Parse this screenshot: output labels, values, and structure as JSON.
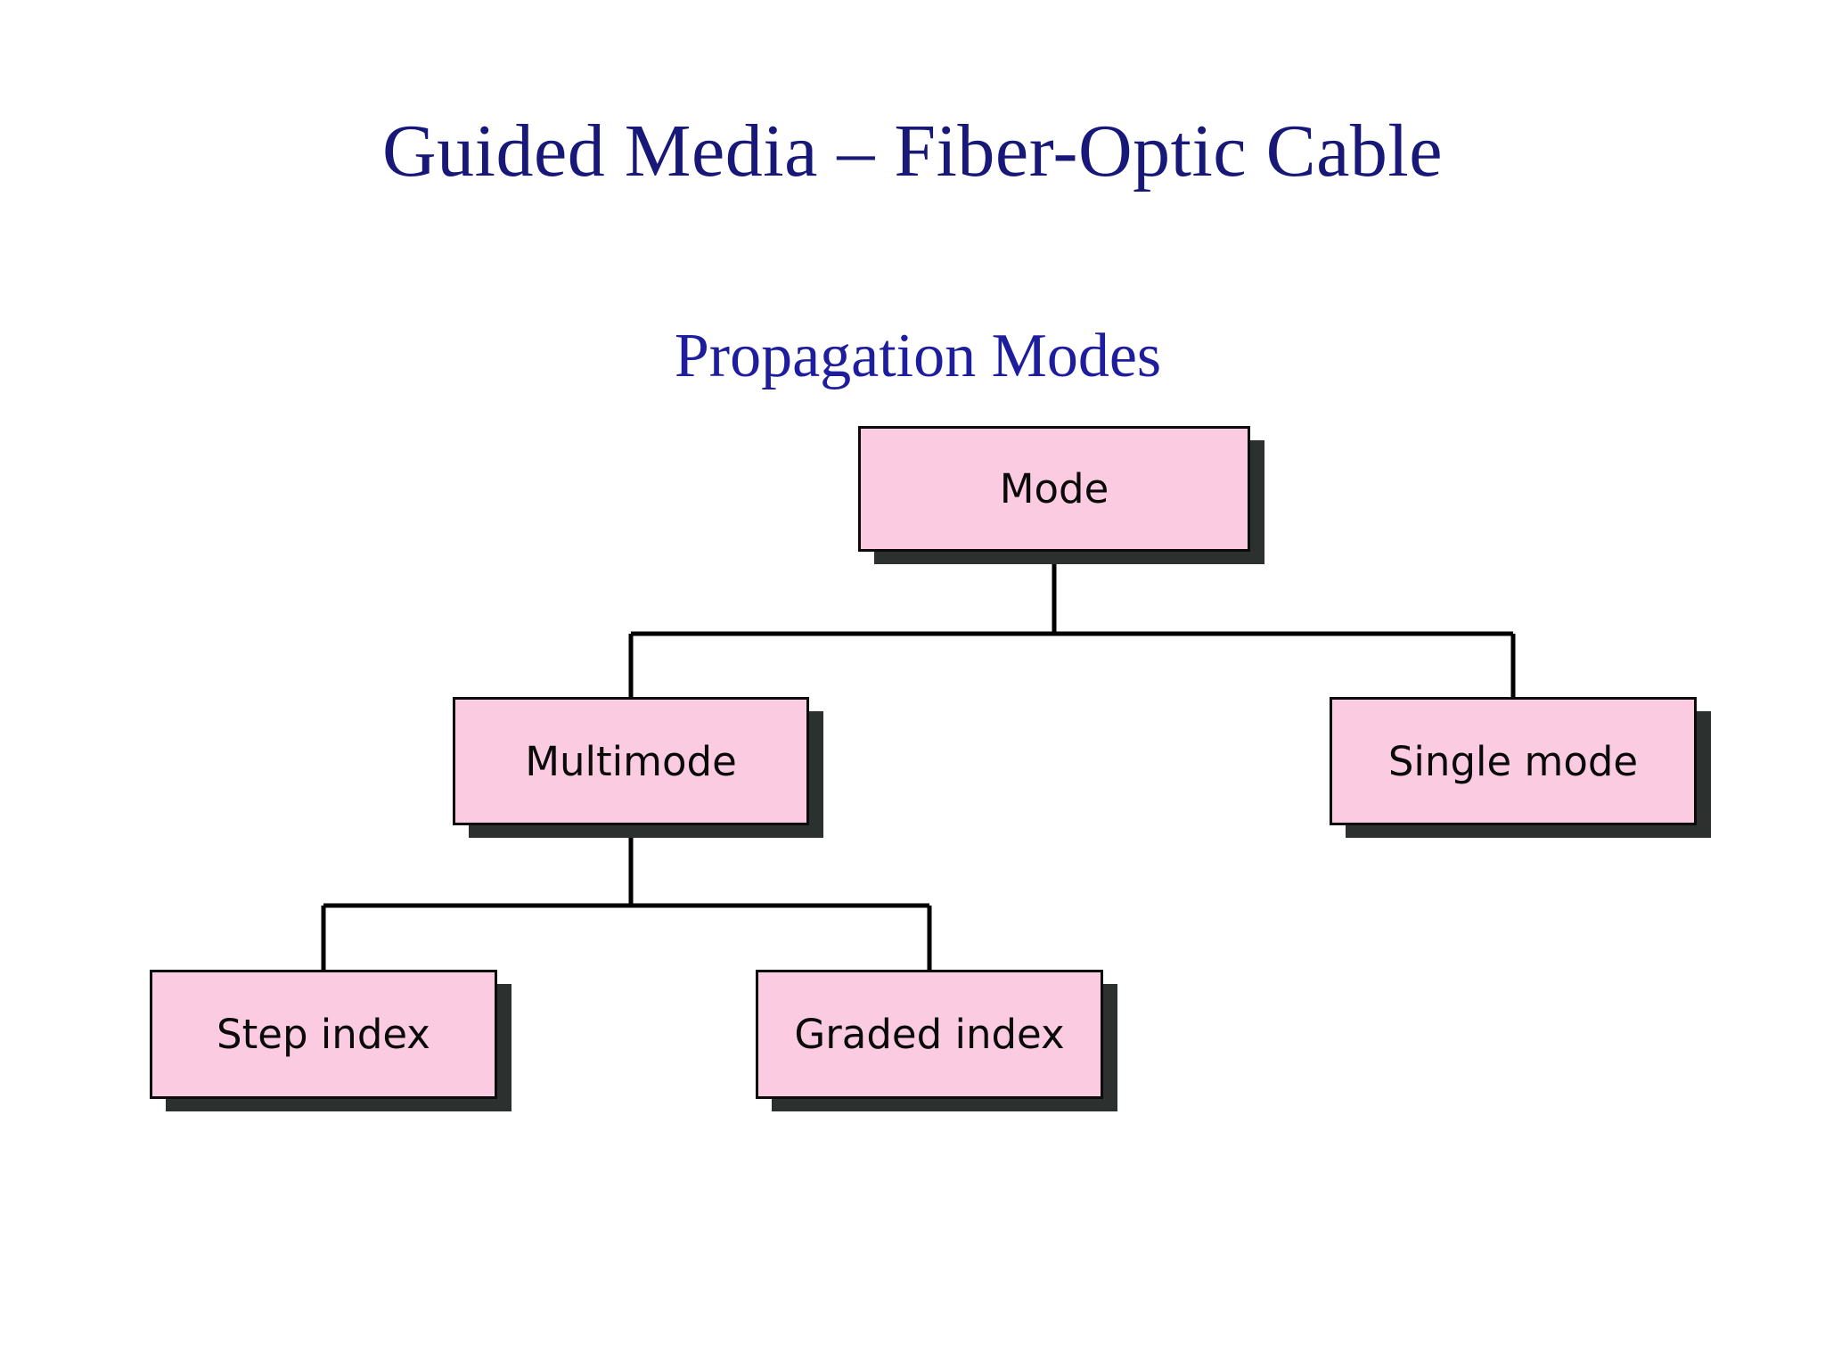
{
  "slide": {
    "title": "Guided Media – Fiber-Optic Cable",
    "subtitle": "Propagation Modes",
    "background_color": "#ffffff",
    "title_color": "#181878",
    "subtitle_color": "#1d1d9e"
  },
  "diagram": {
    "type": "tree",
    "node_fill_color": "#fbcce1",
    "node_border_color": "#0b0b0b",
    "node_shadow_color": "#2c3130",
    "connector_color": "#000000",
    "nodes": [
      {
        "id": "mode",
        "label": "Mode",
        "level": 0,
        "parent": null
      },
      {
        "id": "multimode",
        "label": "Multimode",
        "level": 1,
        "parent": "mode"
      },
      {
        "id": "single-mode",
        "label": "Single mode",
        "level": 1,
        "parent": "mode"
      },
      {
        "id": "step-index",
        "label": "Step index",
        "level": 2,
        "parent": "multimode"
      },
      {
        "id": "graded-index",
        "label": "Graded index",
        "level": 2,
        "parent": "multimode"
      }
    ]
  }
}
